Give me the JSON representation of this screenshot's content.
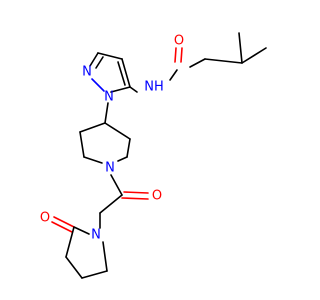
{
  "colors": {
    "carbon_bond": "#000000",
    "oxygen": "#ff0000",
    "nitrogen": "#0000ff",
    "background": "#ffffff"
  },
  "labels": {
    "amide_o": "O",
    "amide_nh": "NH",
    "pyrazole_n1": "N",
    "pyrazole_n2": "N",
    "piperidine_n": "N",
    "acyl_o": "O",
    "lactam_n": "N",
    "lactam_o": "O"
  }
}
